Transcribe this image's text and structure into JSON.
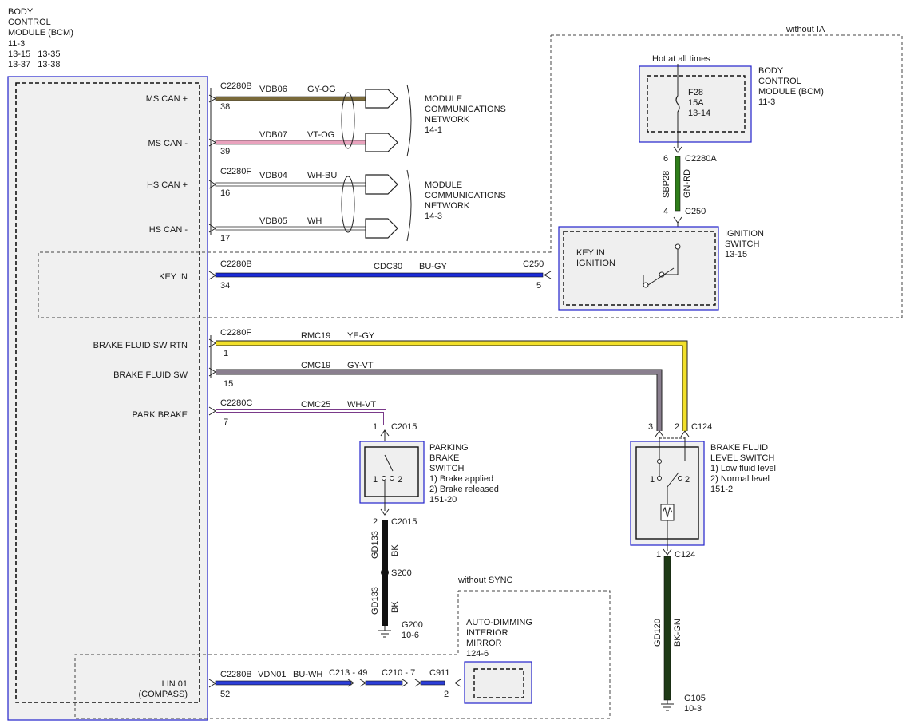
{
  "bcm": {
    "title_lines": [
      "BODY",
      "CONTROL",
      "MODULE (BCM)"
    ],
    "ref_lines": [
      "11-3",
      "13-15   13-35",
      "13-37   13-38"
    ],
    "pins": [
      "MS CAN +",
      "MS CAN -",
      "HS CAN +",
      "HS CAN -",
      "KEY IN",
      "BRAKE FLUID SW RTN",
      "BRAKE FLUID SW",
      "PARK BRAKE",
      "LIN 01",
      "(COMPASS)"
    ]
  },
  "wires": {
    "ms_plus": {
      "conn": "C2280B",
      "circuit": "VDB06",
      "color": "GY-OG",
      "pin": "38"
    },
    "ms_minus": {
      "circuit": "VDB07",
      "color": "VT-OG",
      "pin": "39"
    },
    "hs_plus": {
      "conn": "C2280F",
      "circuit": "VDB04",
      "color": "WH-BU",
      "pin": "16"
    },
    "hs_minus": {
      "circuit": "VDB05",
      "color": "WH",
      "pin": "17"
    },
    "key_in": {
      "conn": "C2280B",
      "circuit": "CDC30",
      "color": "BU-GY",
      "pin": "34",
      "far_conn": "C250",
      "far_pin": "5"
    },
    "brake_rtn": {
      "conn": "C2280F",
      "circuit": "RMC19",
      "color": "YE-GY",
      "pin": "1"
    },
    "brake_sw": {
      "circuit": "CMC19",
      "color": "GY-VT",
      "pin": "15"
    },
    "park": {
      "conn": "C2280C",
      "circuit": "CMC25",
      "color": "WH-VT",
      "pin": "7"
    },
    "lin": {
      "conn": "C2280B",
      "circuit": "VDN01",
      "color": "BU-WH",
      "pin": "52",
      "c213": "C213 - 49",
      "c210": "C210 - 7",
      "c911": "C911",
      "c911_pin": "2"
    }
  },
  "mcn": {
    "top": [
      "MODULE",
      "COMMUNICATIONS",
      "NETWORK",
      "14-1"
    ],
    "bottom": [
      "MODULE",
      "COMMUNICATIONS",
      "NETWORK",
      "14-3"
    ]
  },
  "ia": {
    "label": "without IA",
    "hot": "Hot at all times",
    "bcm_lines": [
      "BODY",
      "CONTROL",
      "MODULE (BCM)",
      "11-3"
    ],
    "fuse": [
      "F28",
      "15A",
      "13-14"
    ],
    "c2280a_pin": "6",
    "c2280a": "C2280A",
    "sbp_circuit": "SBP28",
    "sbp_color": "GN-RD",
    "c250_pin": "4",
    "c250": "C250",
    "ign_lines": [
      "IGNITION",
      "SWITCH",
      "13-15"
    ],
    "keyin_lines": [
      "KEY IN",
      "IGNITION"
    ]
  },
  "park_switch": {
    "c2015_top_pin": "1",
    "c2015": "C2015",
    "lines": [
      "PARKING",
      "BRAKE",
      "SWITCH",
      "1) Brake applied",
      "2) Brake released",
      "151-20"
    ],
    "pos1": "1",
    "pos2": "2",
    "c2015_bot_pin": "2",
    "gd_circuit": "GD133",
    "gd_color": "BK",
    "splice": "S200",
    "ground": [
      "G200",
      "10-6"
    ]
  },
  "brake_level": {
    "pin3": "3",
    "pin2": "2",
    "c124": "C124",
    "lines": [
      "BRAKE FLUID",
      "LEVEL SWITCH",
      "1) Low fluid level",
      "2) Normal level",
      "151-2"
    ],
    "pos1": "1",
    "pos2": "2",
    "bot_pin": "1",
    "gd_circuit": "GD120",
    "gd_color": "BK-GN",
    "ground": [
      "G105",
      "10-3"
    ]
  },
  "mirror": {
    "label": "without SYNC",
    "lines": [
      "AUTO-DIMMING",
      "INTERIOR",
      "MIRROR",
      "124-6"
    ]
  }
}
